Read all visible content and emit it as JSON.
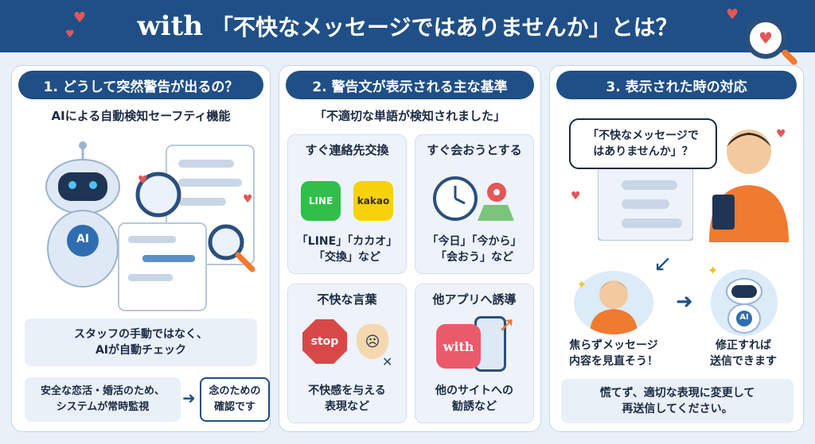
{
  "header": {
    "brand": "with",
    "title": "「不快なメッセージではありませんか」とは？"
  },
  "panel1": {
    "title": "1. どうして突然警告が出るの？",
    "subtitle": "AIによる自動検知セーフティ機能",
    "robot_badge": "AI",
    "staff_box": [
      "スタッフの手動ではなく、",
      "AIが自動チェック"
    ],
    "monitor_box": [
      "安全な恋活・婚活のため、",
      "システムが常時監視"
    ],
    "confirm_box": [
      "念のための",
      "確認です"
    ]
  },
  "panel2": {
    "title": "2. 警告文が表示される主な基準",
    "subtitle": "「不適切な単語が検知されました」",
    "cards": [
      {
        "title": "すぐ連絡先交換",
        "icon1": "LINE",
        "icon2": "kakao",
        "body": [
          "「LINE」「カカオ」",
          "「交換」など"
        ]
      },
      {
        "title": "すぐ会おうとする",
        "body": [
          "「今日」「今から」",
          "「会おう」など"
        ]
      },
      {
        "title": "不快な言葉",
        "icon1": "stop",
        "body": [
          "不快感を与える",
          "表現など"
        ]
      },
      {
        "title": "他アプリへ誘導",
        "icon1": "with",
        "body": [
          "他のサイトへの",
          "勧誘など"
        ]
      }
    ]
  },
  "panel3": {
    "title": "3. 表示された時の対応",
    "speech": [
      "「不快なメッセージで",
      "はありませんか」？"
    ],
    "left_caption": [
      "焦らずメッセージ",
      "内容を見直そう！"
    ],
    "right_caption": [
      "修正すれば",
      "送信できます"
    ],
    "robot_badge": "AI",
    "bottom_box": [
      "慌てず、適切な表現に変更して",
      "再送信してください。"
    ]
  },
  "colors": {
    "navy": "#1f4f86",
    "accent": "#f07a2f",
    "heart": "#e25757"
  }
}
